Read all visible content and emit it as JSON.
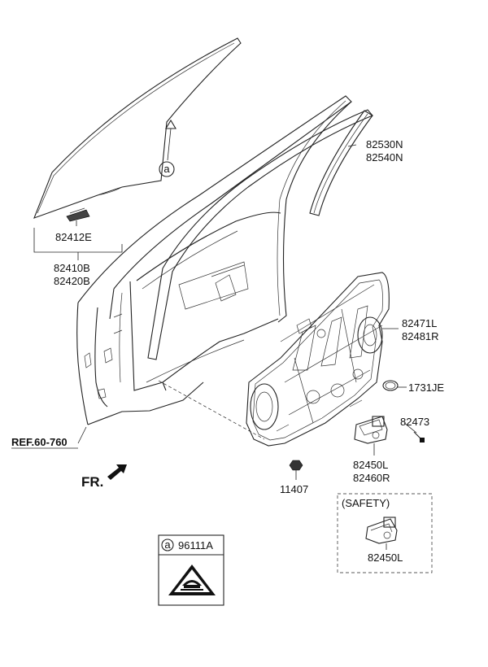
{
  "callouts": {
    "glass_marker": "a",
    "glass_clip": "82412E",
    "glass_1": "82410B",
    "glass_2": "82420B",
    "channel_1": "82530N",
    "channel_2": "82540N",
    "regulator_1": "82471L",
    "regulator_2": "82481R",
    "plug": "1731JE",
    "screw": "82473",
    "motor_1": "82450L",
    "motor_2": "82460R",
    "bolt": "11407",
    "ref": "REF.60-760",
    "front": "FR.",
    "safety_title": "(SAFETY)",
    "safety_motor": "82450L",
    "label_marker": "a",
    "label_part": "96111A"
  }
}
